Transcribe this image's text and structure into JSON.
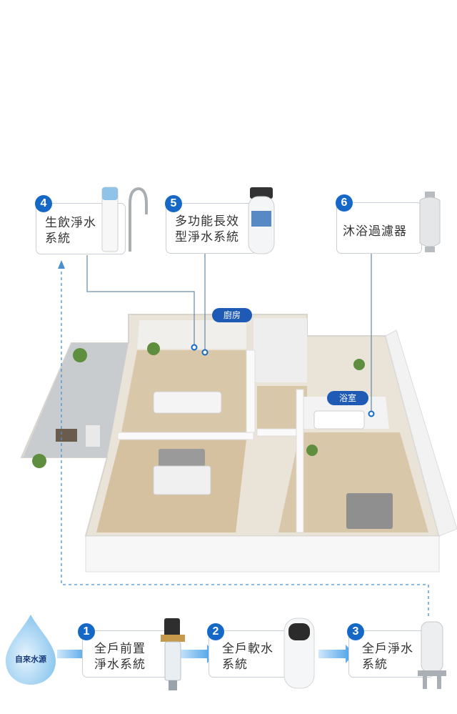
{
  "colors": {
    "accent": "#1668c6",
    "room_tag": "#1f5bb5",
    "connector": "#6f8fa8",
    "dashed": "#4a8fd0"
  },
  "top_products": [
    {
      "number": "4",
      "label": "生飲淨水\n系統",
      "icon": "faucet-filter-icon"
    },
    {
      "number": "5",
      "label": "多功能長效\n型淨水系統",
      "icon": "water-filter-canister-icon"
    },
    {
      "number": "6",
      "label": "沐浴過濾器",
      "icon": "shower-filter-icon"
    }
  ],
  "rooms": {
    "kitchen": "廚房",
    "bathroom": "浴室"
  },
  "source": {
    "label": "自來水源",
    "icon": "water-drop-icon"
  },
  "bottom_products": [
    {
      "number": "1",
      "label": "全戶前置\n淨水系統",
      "icon": "prefilter-icon"
    },
    {
      "number": "2",
      "label": "全戶軟水\n系統",
      "icon": "water-softener-icon"
    },
    {
      "number": "3",
      "label": "全戶淨水\n系統",
      "icon": "whole-house-filter-icon"
    }
  ]
}
